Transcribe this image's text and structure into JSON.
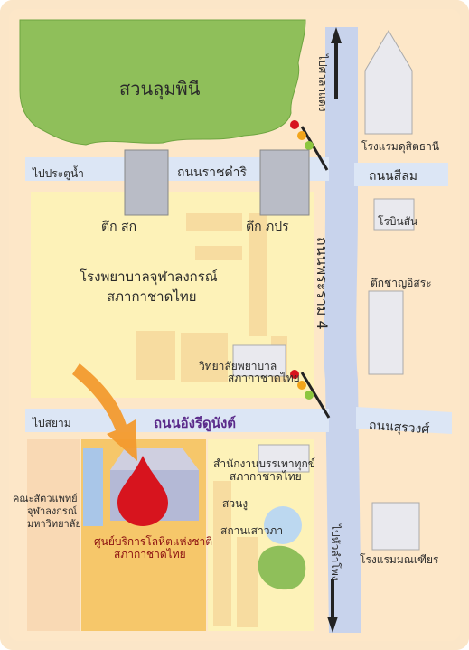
{
  "map": {
    "park_label": "สวนลุมพินี",
    "direction_north": "ไปศาลาแดง",
    "direction_south": "ไปหัวลำโพง",
    "road_ratchadamri": "ถนนราชดำริ",
    "road_rama4": "ถนนพระราม 4",
    "road_angri": "ถนนอังรีดูนังต์",
    "road_silom": "ถนนสีลม",
    "road_surawong": "ถนนสุรวงศ์",
    "to_pratunam": "ไปประตูน้ำ",
    "to_siam": "ไปสยาม",
    "hotel_dusit": "โรงแรมดุสิตธานี",
    "hotel_montien": "โรงแรมมณเฑียร",
    "robinson": "โรบินสัน",
    "charn_issara": "ตึกชาญอิสระ",
    "building_sak": "ตึก",
    "building_sak_abbr": "สก",
    "building_pp": "ตึก",
    "building_pp_abbr": "ภปร",
    "hospital_line1": "โรงพยาบาลจุฬาลงกรณ์",
    "hospital_line2": "สภากาชาดไทย",
    "nursing_line1": "วิทยาลัยพยาบาล",
    "nursing_line2": "สภากาชาดไทย",
    "blood_center_line1": "ศูนย์บริการโลหิตแห่งชาติ",
    "blood_center_line2": "สภากาชาดไทย",
    "vet_faculty_line1": "คณะสัตวแพทย์",
    "vet_faculty_line2": "จุฬาลงกรณ์",
    "vet_faculty_line3": "มหาวิทยาลัย",
    "treasury_line1": "สำนักงานบรรเทาทุกข์",
    "treasury_line2": "สภากาชาดไทย",
    "snake_farm_line1": "สวนงู",
    "snake_farm_line2": "สถานเสาวภา"
  },
  "colors": {
    "background": "#fde7c8",
    "park": "#8fbf5a",
    "road": "#c8d3ec",
    "hospital_block": "#fdf2b8",
    "blood_center": "#f5c46a",
    "accent_red": "#d7141e",
    "angri_road_text": "#5a2a8a"
  }
}
